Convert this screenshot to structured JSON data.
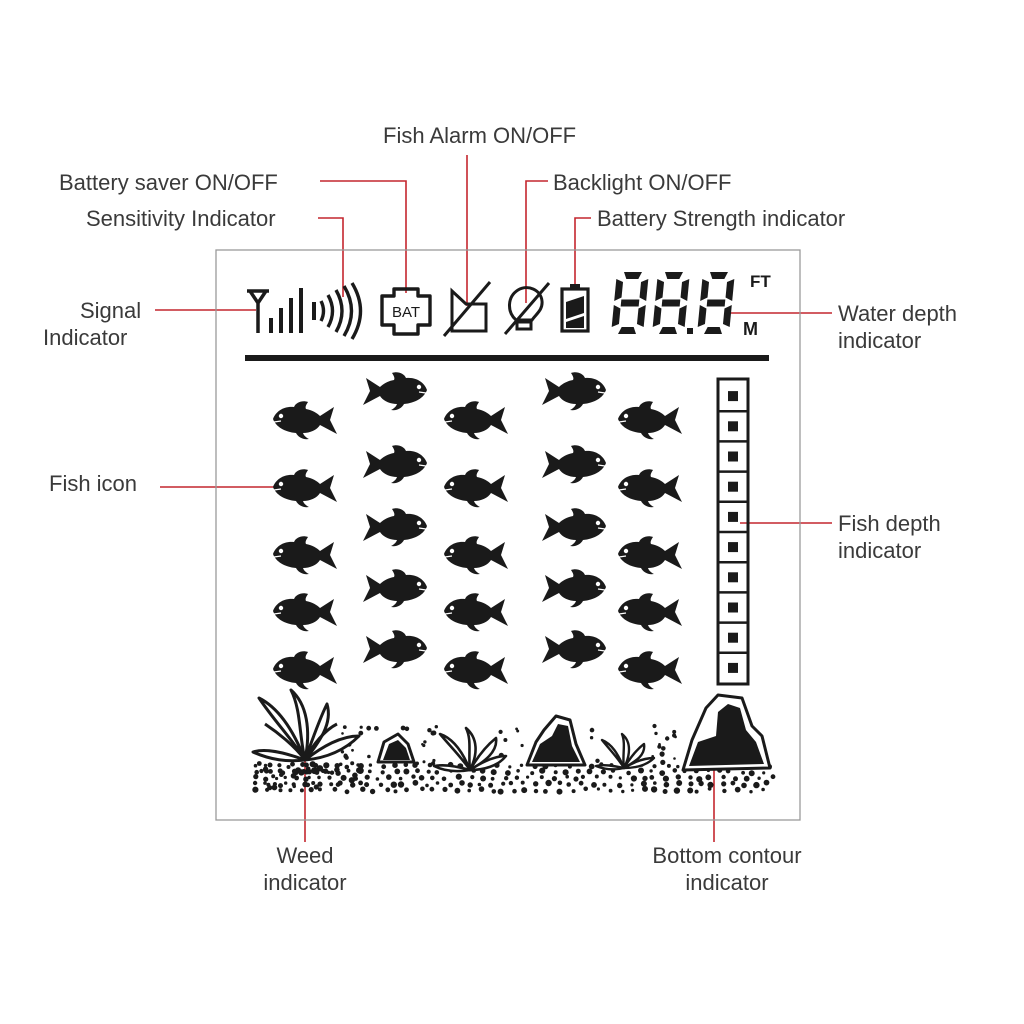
{
  "colors": {
    "ink": "#1a1a1a",
    "leader": "#c4262e",
    "label": "#3a3a3a",
    "frame": "#9a9a9a"
  },
  "display": {
    "depth_digits": "888",
    "unit_feet": "FT",
    "unit_meters": "M",
    "battery_saver_text": "BAT",
    "fish_depth_segments": 10
  },
  "labels": {
    "fish_alarm": "Fish Alarm ON/OFF",
    "battery_saver": "Battery saver ON/OFF",
    "backlight": "Backlight ON/OFF",
    "sensitivity": "Sensitivity Indicator",
    "battery_strength": "Battery Strength indicator",
    "signal": [
      "Signal",
      "Indicator"
    ],
    "water_depth": [
      "Water depth",
      "indicator"
    ],
    "fish_icon": "Fish icon",
    "fish_depth": [
      "Fish depth",
      "indicator"
    ],
    "weed": [
      "Weed",
      "indicator"
    ],
    "bottom_contour": [
      "Bottom contour",
      "indicator"
    ]
  },
  "icons": [
    "signal-icon",
    "sensitivity-icon",
    "battery-saver-icon",
    "fish-alarm-icon",
    "backlight-icon",
    "battery-strength-icon",
    "fish-icon",
    "weed-icon",
    "rock-icon"
  ]
}
